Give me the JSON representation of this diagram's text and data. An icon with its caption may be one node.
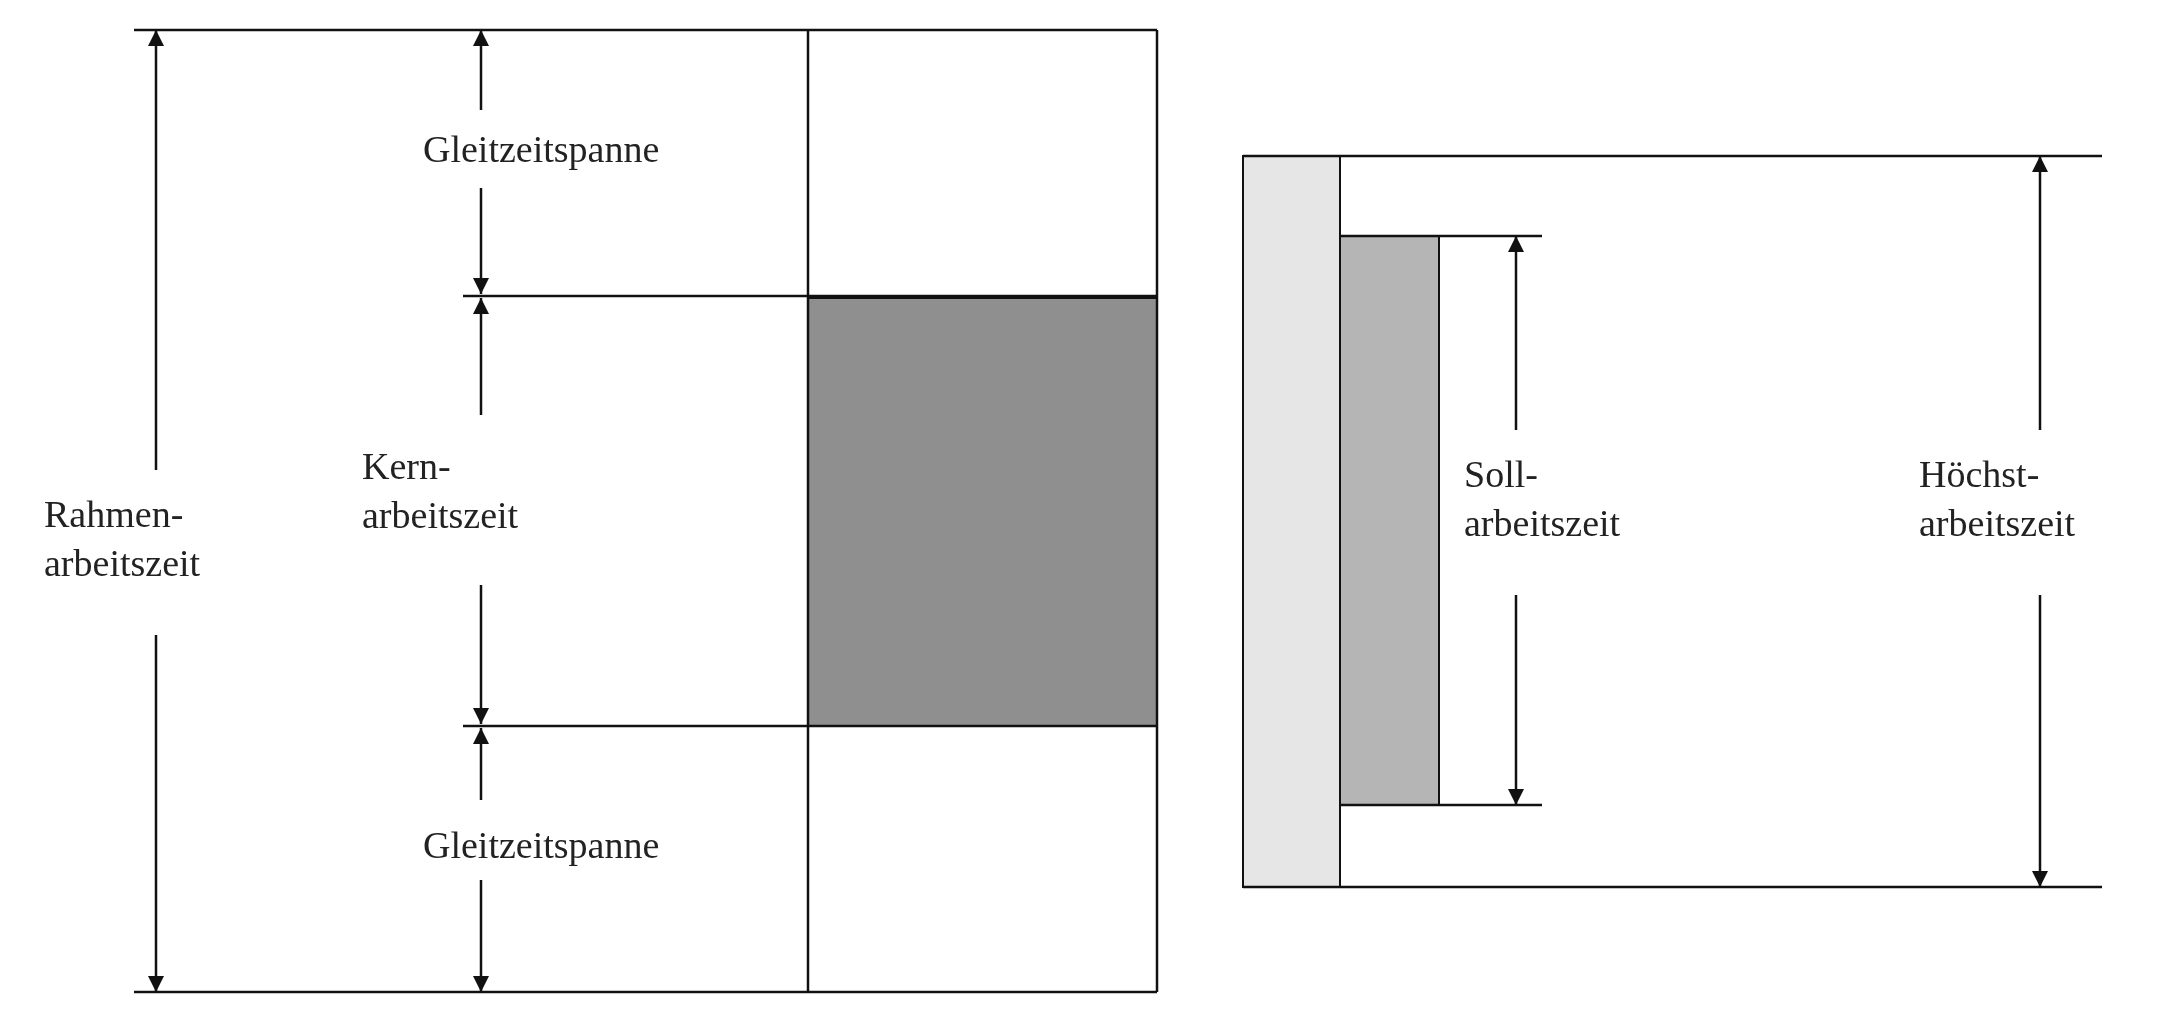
{
  "diagram": {
    "nodes": [
      {
        "text": [],
        "shape": "box"
      },
      {
        "text": [],
        "shape": "box"
      },
      {
        "text": [],
        "shape": "box"
      }
    ],
    "labels": [
      "Gleitzeitspanne",
      "Rahmen- arbeitszeit",
      "Kern- arbeitszeit",
      "Gleitzeitspanne",
      "Soll- arbeitszeit",
      "Höchst- arbeitszeit"
    ]
  }
}
